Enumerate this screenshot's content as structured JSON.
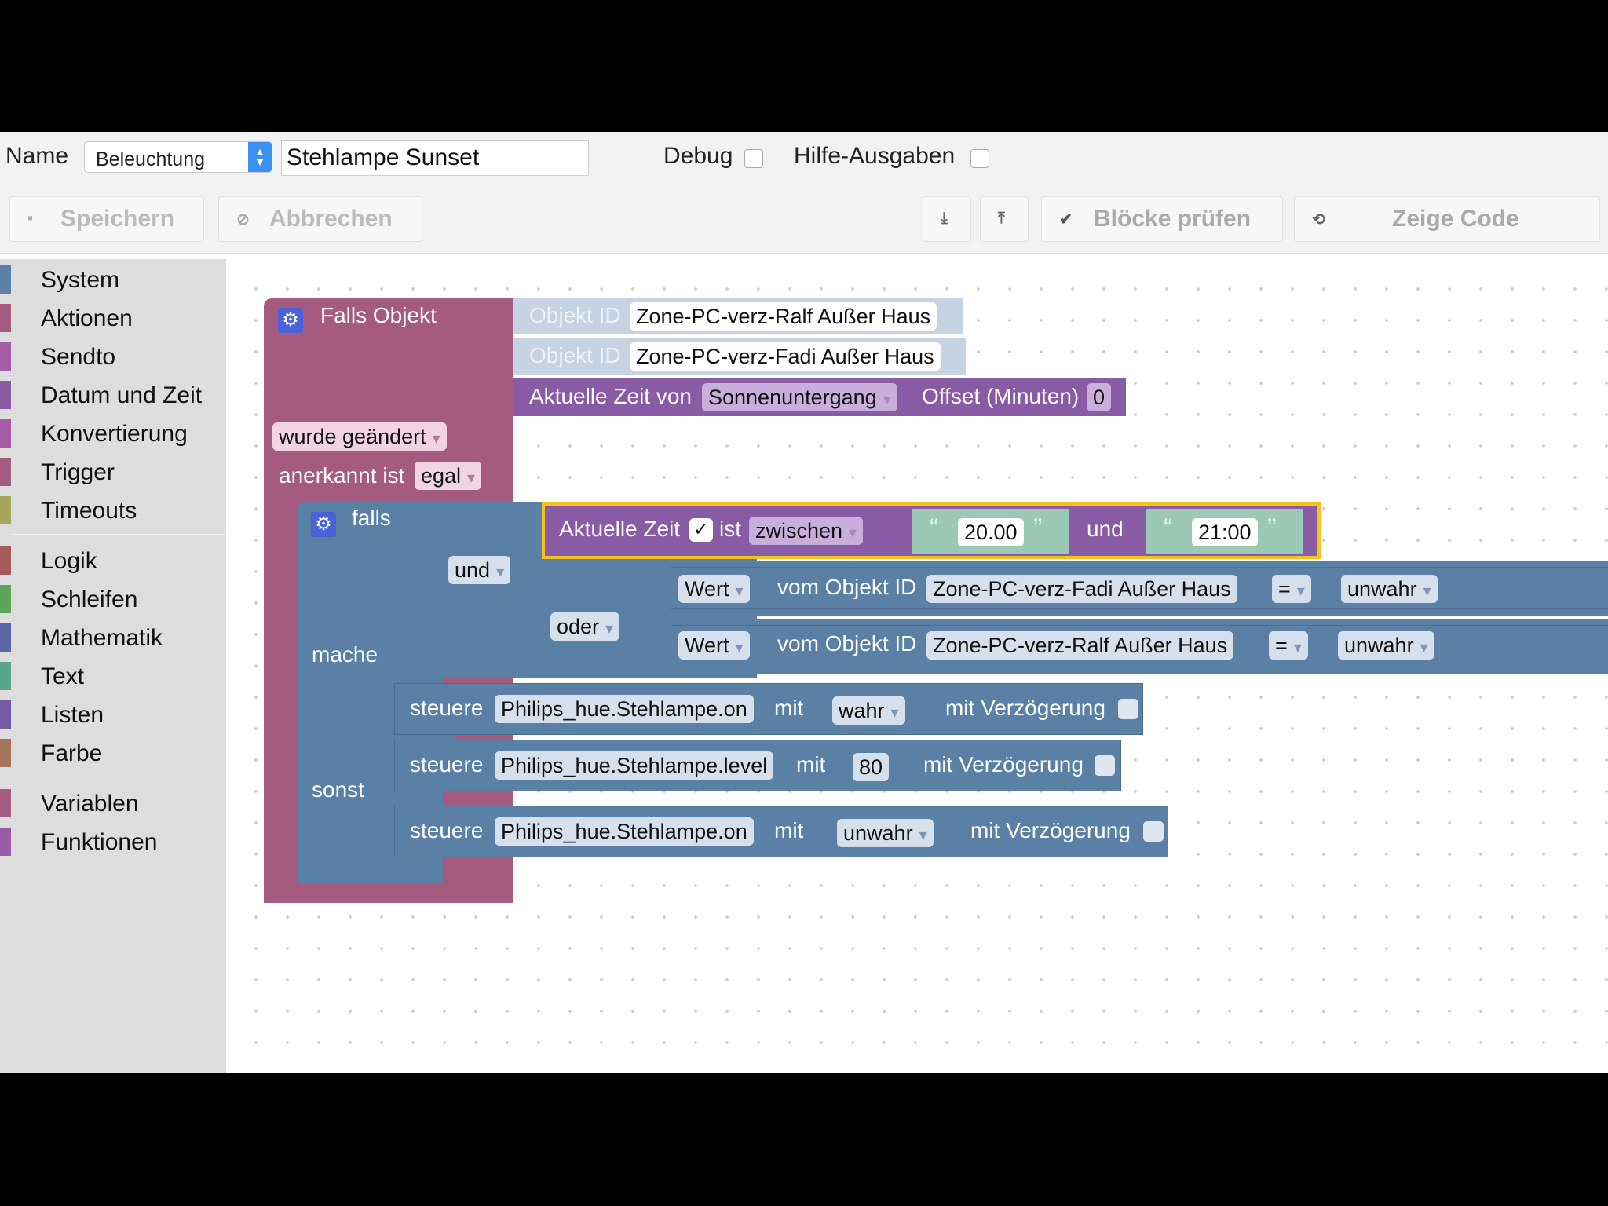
{
  "header": {
    "name_label": "Name",
    "group_select": "Beleuchtung",
    "script_name": "Stehlampe Sunset",
    "debug_label": "Debug",
    "help_label": "Hilfe-Ausgaben"
  },
  "toolbar": {
    "save": "Speichern",
    "cancel": "Abbrechen",
    "download_icon": "download-icon",
    "upload_icon": "upload-icon",
    "check_blocks": "Blöcke prüfen",
    "show_code": "Zeige Code"
  },
  "sidebar": {
    "groups": [
      [
        {
          "label": "System",
          "color": "#5b80a5"
        },
        {
          "label": "Aktionen",
          "color": "#a55b80"
        },
        {
          "label": "Sendto",
          "color": "#a55ba5"
        },
        {
          "label": "Datum und Zeit",
          "color": "#8a5ba5"
        },
        {
          "label": "Konvertierung",
          "color": "#a55ba5"
        },
        {
          "label": "Trigger",
          "color": "#a55b80"
        },
        {
          "label": "Timeouts",
          "color": "#a5a55b"
        }
      ],
      [
        {
          "label": "Logik",
          "color": "#a55b5b"
        },
        {
          "label": "Schleifen",
          "color": "#5ba55b"
        },
        {
          "label": "Mathematik",
          "color": "#5b67a5"
        },
        {
          "label": "Text",
          "color": "#5ba58c"
        },
        {
          "label": "Listen",
          "color": "#745ba5"
        },
        {
          "label": "Farbe",
          "color": "#a5745b"
        }
      ],
      [
        {
          "label": "Variablen",
          "color": "#a55b80"
        },
        {
          "label": "Funktionen",
          "color": "#995ba5"
        }
      ]
    ]
  },
  "blocks": {
    "trigger": {
      "title": "Falls Objekt",
      "objekt_label": "Objekt ID",
      "obj1": "Zone-PC-verz-Ralf Außer Haus",
      "obj2": "Zone-PC-verz-Fadi Außer Haus",
      "time_label": "Aktuelle Zeit von",
      "time_value": "Sonnenuntergang",
      "offset_label": "Offset (Minuten)",
      "offset_value": "0",
      "changed": "wurde geändert",
      "ack_label": "anerkannt ist",
      "ack_value": "egal"
    },
    "if": {
      "falls": "falls",
      "und": "und",
      "oder": "oder",
      "mache": "mache",
      "sonst": "sonst",
      "time_label": "Aktuelle Zeit",
      "check": "✓",
      "ist": "ist",
      "zwischen": "zwischen",
      "open_quote": "“",
      "close_quote": "”",
      "from": "20.00",
      "und2": "und",
      "to": "21:00",
      "wert": "Wert",
      "vom": "vom Objekt ID",
      "cond1_obj": "Zone-PC-verz-Fadi Außer Haus",
      "cond2_obj": "Zone-PC-verz-Ralf Außer Haus",
      "eq": "=",
      "false_val": "unwahr"
    },
    "actions": {
      "steuere": "steuere",
      "mit": "mit",
      "delay": "mit Verzögerung",
      "a1_obj": "Philips_hue.Stehlampe.on",
      "a1_val": "wahr",
      "a2_obj": "Philips_hue.Stehlampe.level",
      "a2_val": "80",
      "a3_obj": "Philips_hue.Stehlampe.on",
      "a3_val": "unwahr"
    }
  }
}
